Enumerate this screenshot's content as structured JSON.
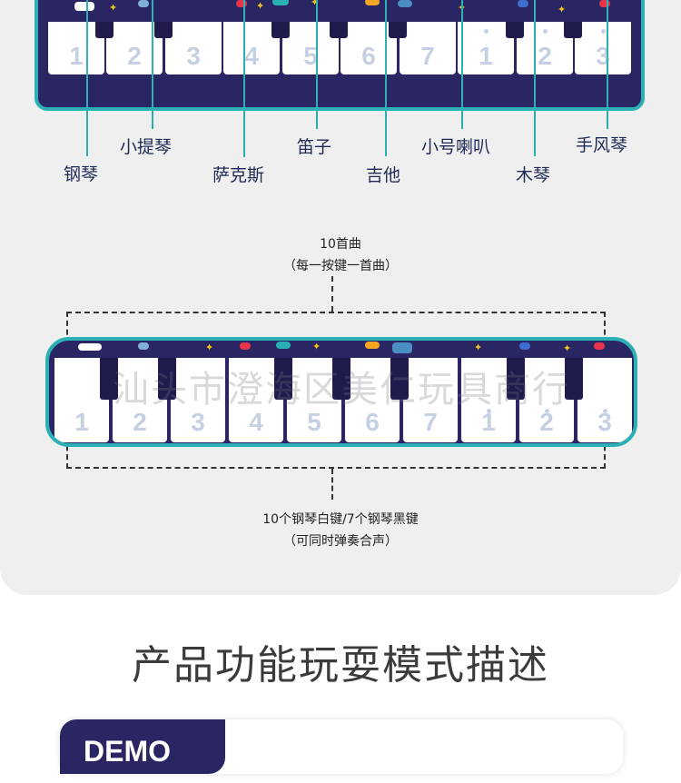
{
  "instruments": {
    "piano": "钢琴",
    "violin": "小提琴",
    "saxophone": "萨克斯",
    "flute": "笛子",
    "guitar": "吉他",
    "trumpet": "小号喇叭",
    "xylophone": "木琴",
    "accordion": "手风琴"
  },
  "keys": [
    "1",
    "2",
    "3",
    "4",
    "5",
    "6",
    "7",
    "1",
    "2",
    "3"
  ],
  "songs": {
    "line1": "10首曲",
    "line2": "（每一按键一首曲）"
  },
  "keys_note": {
    "line1": "10个钢琴白键/7个钢琴黑键",
    "line2": "（可同时弹奏合声）"
  },
  "watermark": "汕头市澄海区美仁玩具商行",
  "section_title": "产品功能玩耍模式描述",
  "demo_tab": "DEMO",
  "colors": {
    "navy": "#2a2563",
    "teal": "#2bb0b4",
    "panel": "#efefef"
  }
}
